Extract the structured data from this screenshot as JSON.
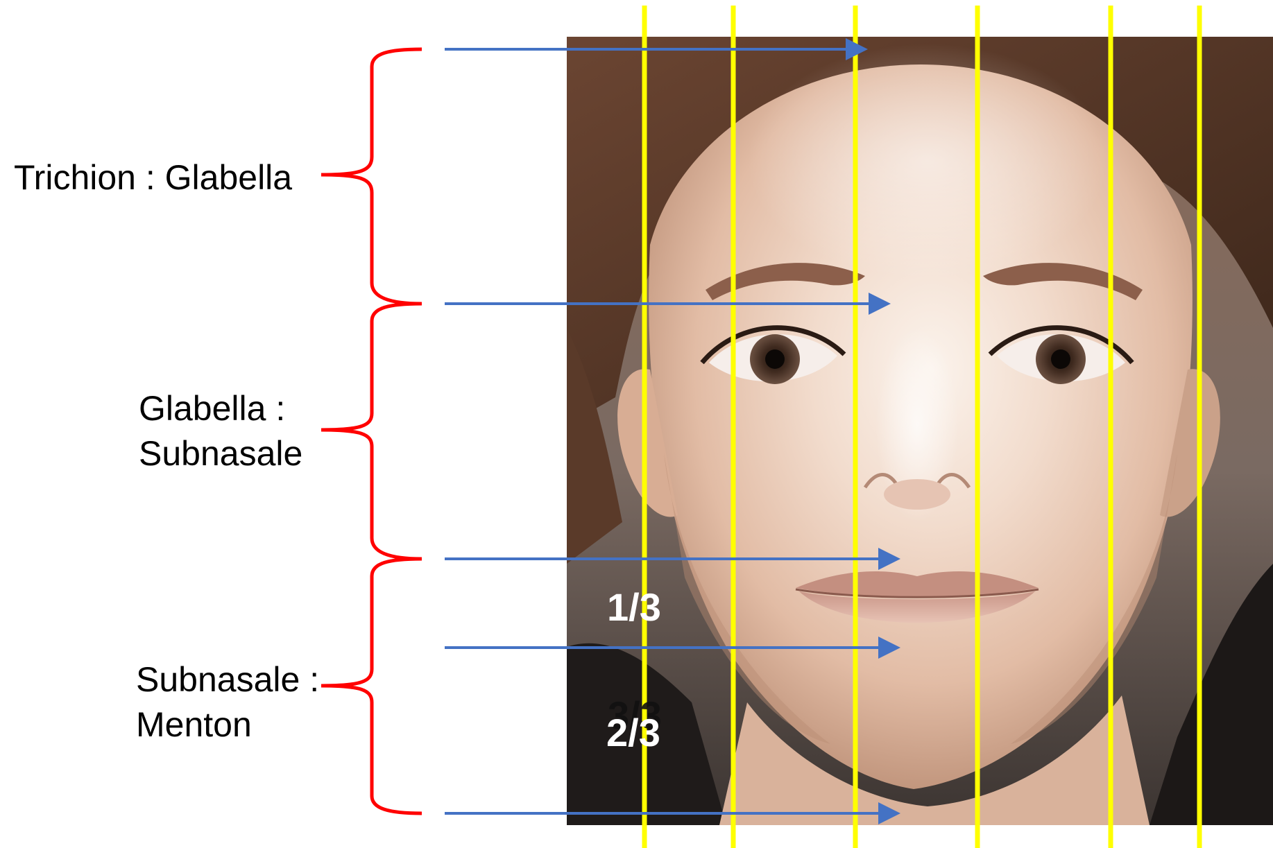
{
  "labels": {
    "upper": "Trichion : Glabella",
    "middle_line1": "Glabella :",
    "middle_line2": "Subnasale",
    "lower_line1": "Subnasale :",
    "lower_line2": "Menton"
  },
  "fractions": {
    "one_third": "1/3",
    "two_thirds": "2/3",
    "ghost": "3/3"
  },
  "colors": {
    "bracket": "#ff0000",
    "arrow": "#4472c4",
    "vertical_line": "#ffff00",
    "label_text": "#000000",
    "fraction_text": "#ffffff"
  },
  "icons": {
    "brace": "red-curly-brace-icon",
    "arrow": "right-arrow-icon"
  }
}
